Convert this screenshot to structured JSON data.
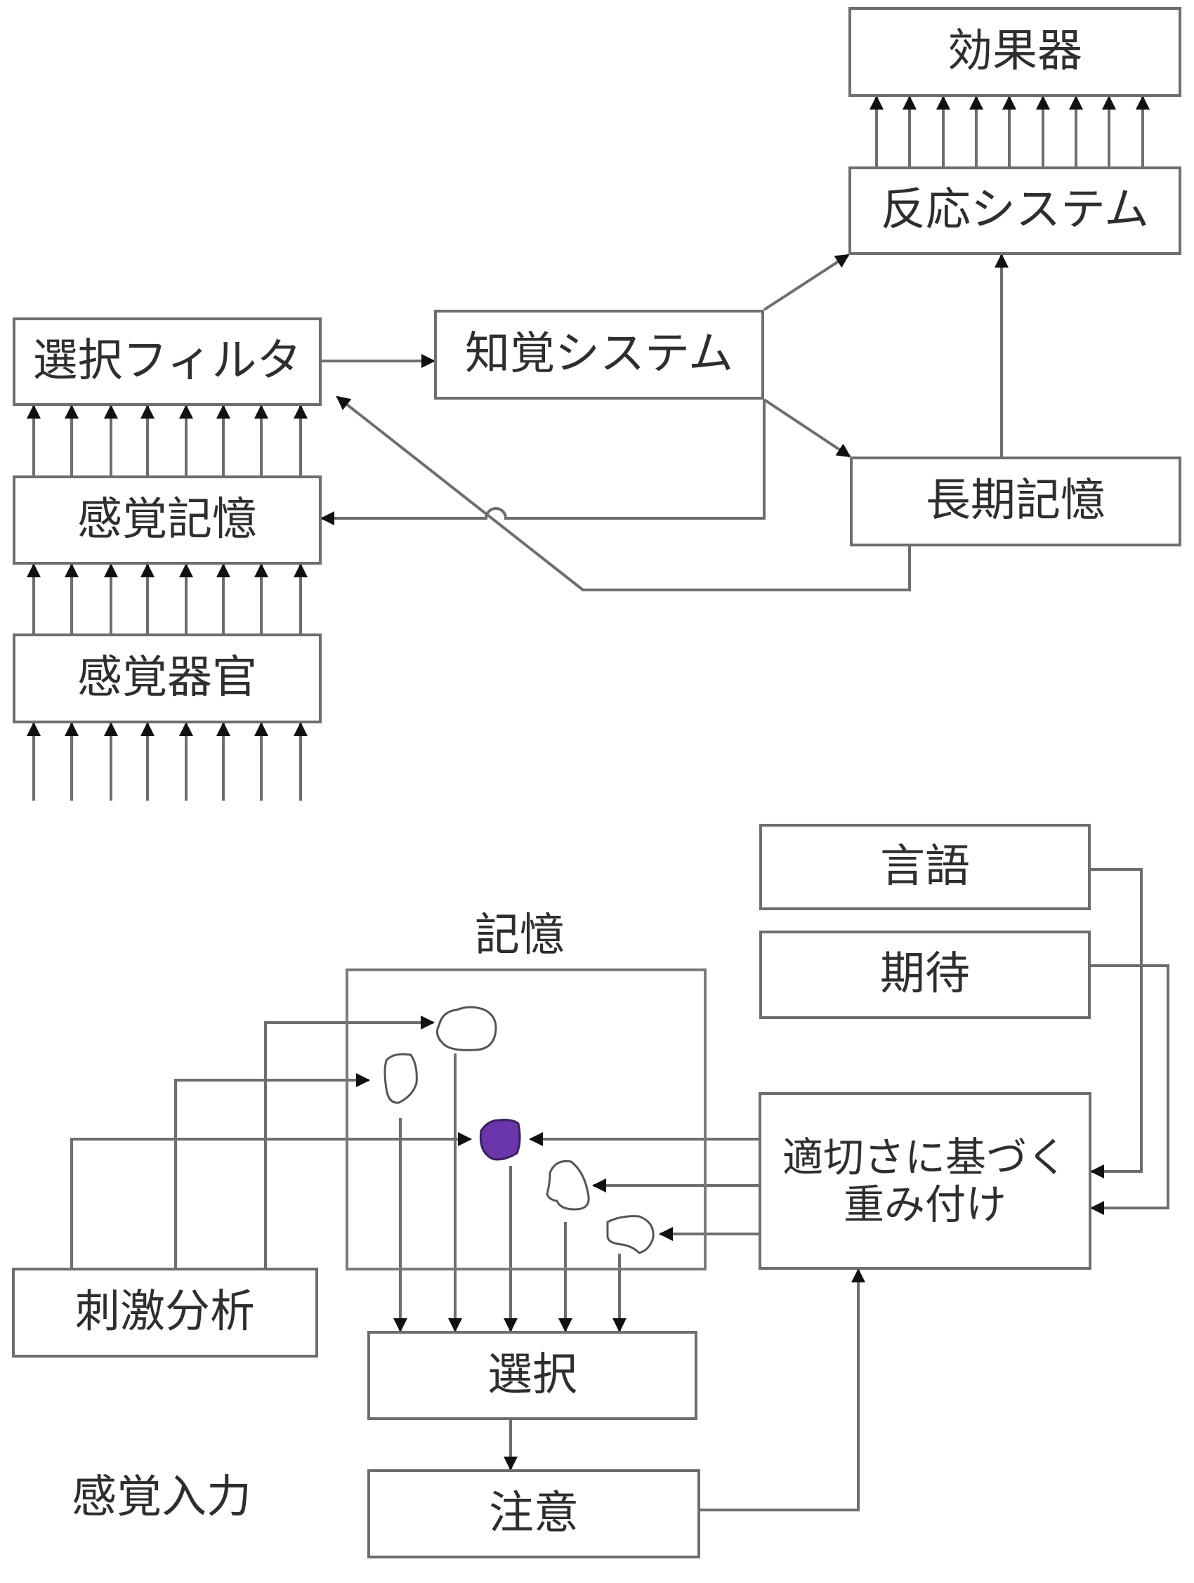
{
  "title": "",
  "top_model": {
    "effector": "効果器",
    "response_system": "反応システム",
    "selective_filter": "選択フィルタ",
    "perceptual_system": "知覚システム",
    "sensory_memory": "感覚記憶",
    "long_term_memory": "長期記憶",
    "sense_organs": "感覚器官"
  },
  "bottom_model": {
    "memory_label": "記憶",
    "language": "言語",
    "expectation": "期待",
    "relevance_weighting": [
      "適切さに基づく",
      "重み付け"
    ],
    "stimulus_analysis": "刺激分析",
    "sensory_input": "感覚入力",
    "selection": "選択",
    "attention": "注意"
  },
  "colors": {
    "line": "#6e6e6e",
    "arrowhead": "#111111",
    "highlight_node": "#6a35a8"
  }
}
